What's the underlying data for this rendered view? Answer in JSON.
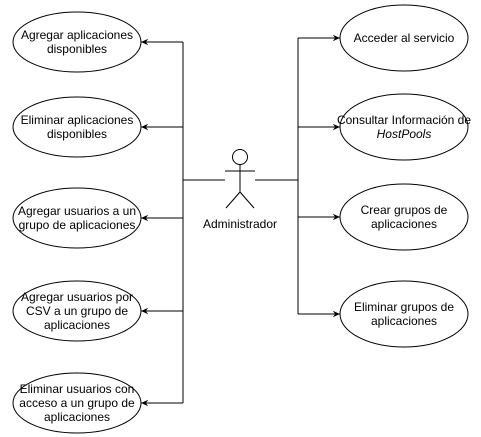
{
  "actor": {
    "name": "Administrador",
    "icon": "stick-figure-icon"
  },
  "left_use_cases": [
    {
      "lines": [
        "Agregar aplicaciones",
        "disponibles"
      ]
    },
    {
      "lines": [
        "Eliminar aplicaciones",
        "disponibles"
      ]
    },
    {
      "lines": [
        "Agregar usuarios a un",
        "grupo de aplicaciones"
      ]
    },
    {
      "lines": [
        "Agregar usuarios por",
        "CSV a un grupo de",
        "aplicaciones"
      ]
    },
    {
      "lines": [
        "Eliminar usuarios con",
        "acceso a un grupo de",
        "aplicaciones"
      ]
    }
  ],
  "right_use_cases": [
    {
      "lines": [
        "Acceder al servicio"
      ]
    },
    {
      "lines": [
        "Consultar Información de",
        "HostPools"
      ],
      "italic_line": 1
    },
    {
      "lines": [
        "Crear grupos de",
        "aplicaciones"
      ]
    },
    {
      "lines": [
        "Eliminar grupos de",
        "aplicaciones"
      ]
    }
  ],
  "colors": {
    "stroke": "#000000",
    "fill": "#ffffff",
    "text": "#000000"
  }
}
